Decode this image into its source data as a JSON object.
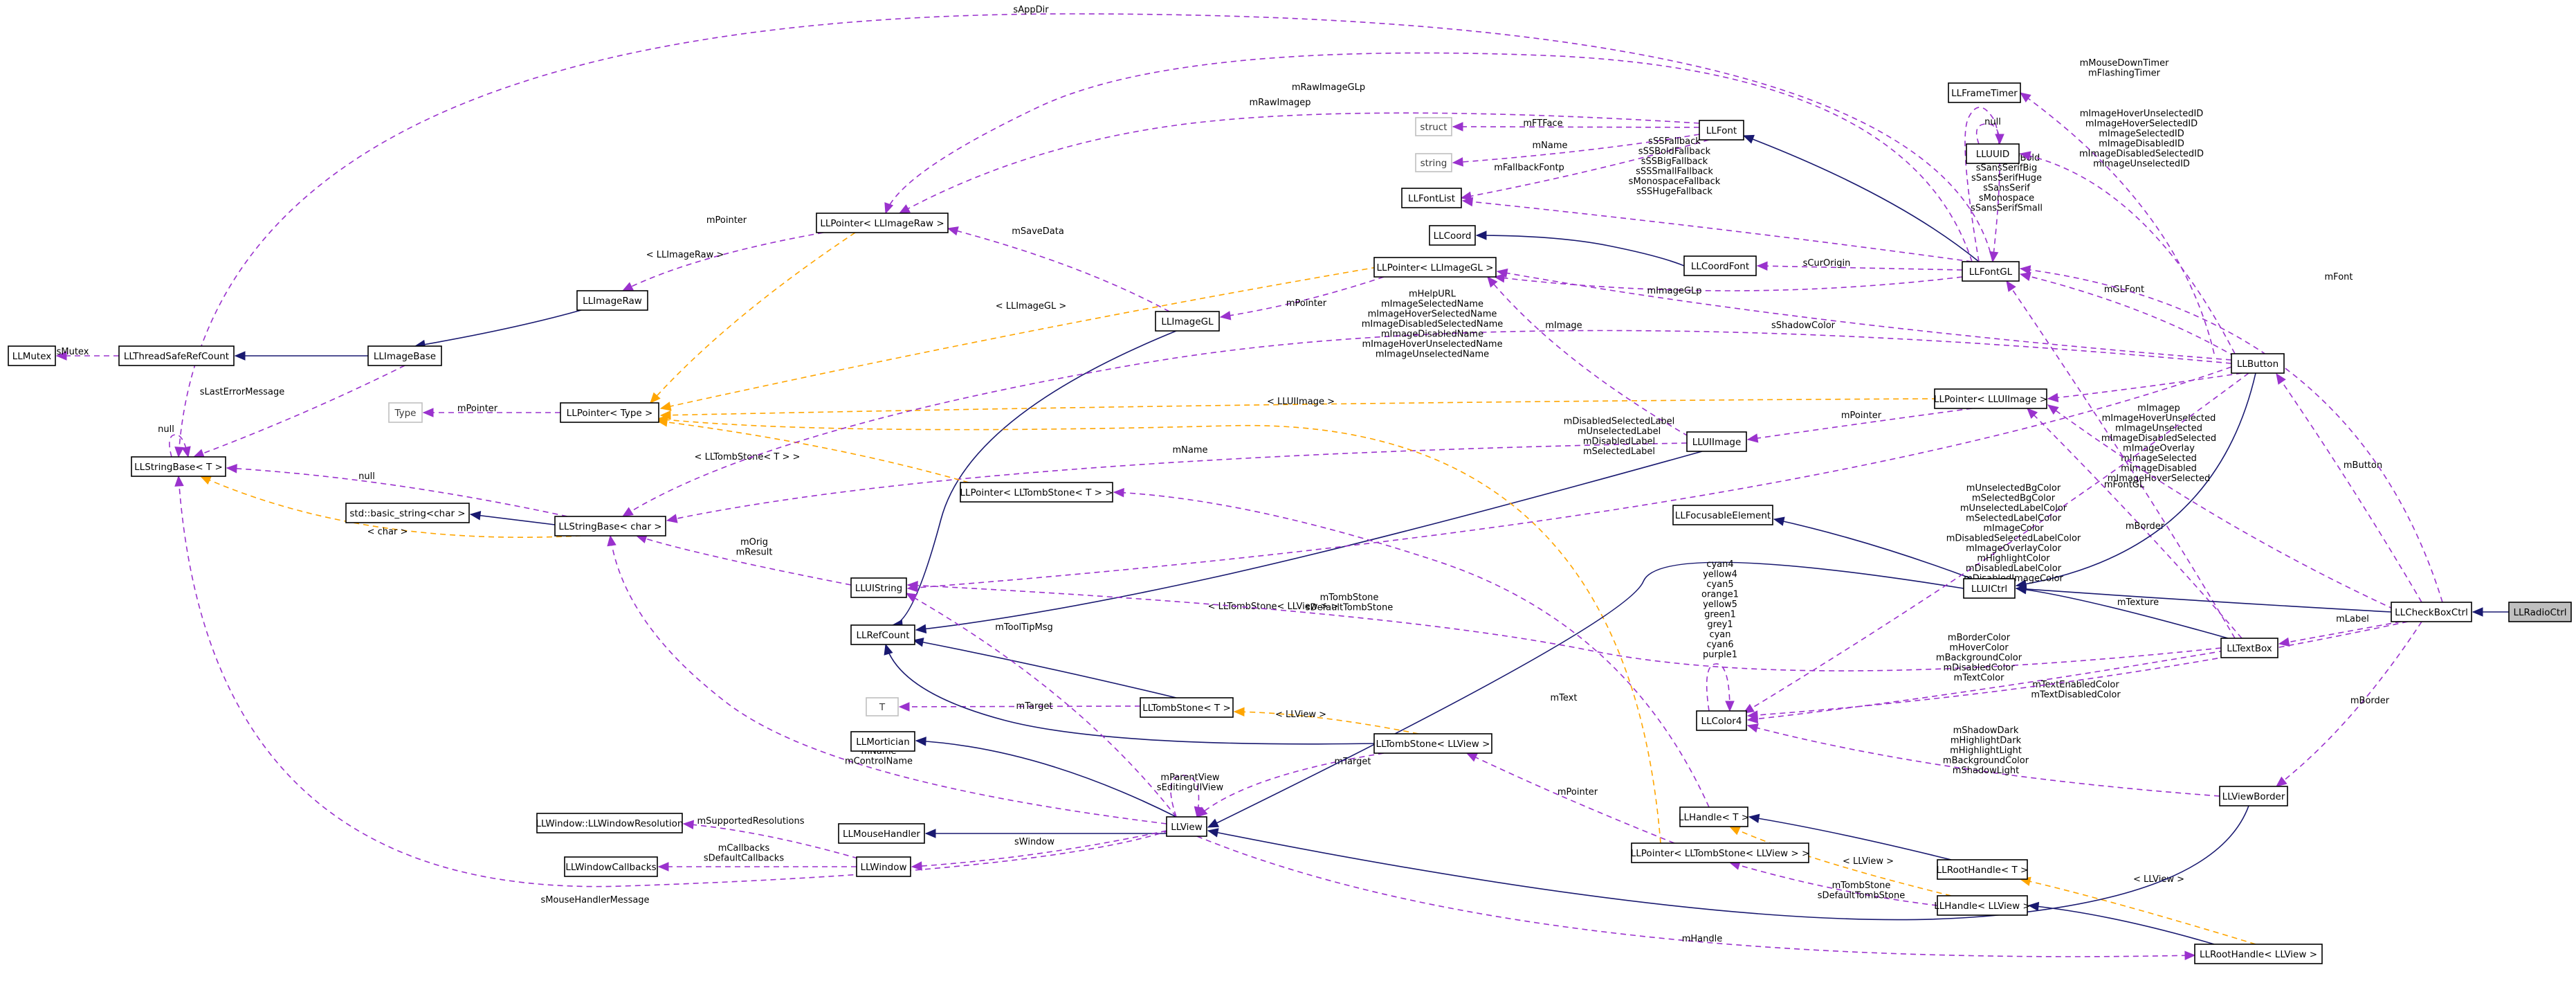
{
  "nodes": [
    {
      "id": "LLMutex",
      "label": "LLMutex"
    },
    {
      "id": "LLThreadSafeRefCount",
      "label": "LLThreadSafeRefCount"
    },
    {
      "id": "LLImageBase",
      "label": "LLImageBase"
    },
    {
      "id": "LLImageRaw",
      "label": "LLImageRaw"
    },
    {
      "id": "LLPointerImageRaw",
      "label": "LLPointer< LLImageRaw >"
    },
    {
      "id": "LLStringBaseT",
      "label": "LLStringBase< T >"
    },
    {
      "id": "Type",
      "label": "Type"
    },
    {
      "id": "LLPointerType",
      "label": "LLPointer< Type >"
    },
    {
      "id": "stdString",
      "label": "std::basic_string<char >"
    },
    {
      "id": "LLStringBaseChar",
      "label": "LLStringBase< char >"
    },
    {
      "id": "struct",
      "label": "struct"
    },
    {
      "id": "string",
      "label": "string"
    },
    {
      "id": "LLFontList",
      "label": "LLFontList"
    },
    {
      "id": "LLFont",
      "label": "LLFont"
    },
    {
      "id": "LLCoord",
      "label": "LLCoord"
    },
    {
      "id": "LLCoordFont",
      "label": "LLCoordFont"
    },
    {
      "id": "LLFontGL",
      "label": "LLFontGL"
    },
    {
      "id": "LLImageGL",
      "label": "LLImageGL"
    },
    {
      "id": "LLPointerImageGL",
      "label": "LLPointer< LLImageGL >"
    },
    {
      "id": "LLUIImage",
      "label": "LLUIImage"
    },
    {
      "id": "LLPointerUIImage",
      "label": "LLPointer< LLUIImage >"
    },
    {
      "id": "LLPointerTombStoneT",
      "label": "LLPointer< LLTombStone< T > >"
    },
    {
      "id": "LLUIString",
      "label": "LLUIString"
    },
    {
      "id": "LLRefCount",
      "label": "LLRefCount"
    },
    {
      "id": "T",
      "label": "T"
    },
    {
      "id": "LLTombStoneT",
      "label": "LLTombStone< T >"
    },
    {
      "id": "LLTombStoneView",
      "label": "LLTombStone< LLView >"
    },
    {
      "id": "LLMortician",
      "label": "LLMortician"
    },
    {
      "id": "LLWindowResolution",
      "label": "LLWindow::LLWindowResolution"
    },
    {
      "id": "LLMouseHandler",
      "label": "LLMouseHandler"
    },
    {
      "id": "LLWindowCallbacks",
      "label": "LLWindowCallbacks"
    },
    {
      "id": "LLWindow",
      "label": "LLWindow"
    },
    {
      "id": "LLView",
      "label": "LLView"
    },
    {
      "id": "LLHandleT",
      "label": "LLHandle< T >"
    },
    {
      "id": "LLPointerTombStoneView",
      "label": "LLPointer< LLTombStone< LLView > >"
    },
    {
      "id": "LLRootHandleT",
      "label": "LLRootHandle< T >"
    },
    {
      "id": "LLHandleView",
      "label": "LLHandle< LLView >"
    },
    {
      "id": "LLRootHandleView",
      "label": "LLRootHandle< LLView >"
    },
    {
      "id": "LLFrameTimer",
      "label": "LLFrameTimer"
    },
    {
      "id": "LLUUID",
      "label": "LLUUID"
    },
    {
      "id": "LLFocusableElement",
      "label": "LLFocusableElement"
    },
    {
      "id": "LLUICtrl",
      "label": "LLUICtrl"
    },
    {
      "id": "LLColor4",
      "label": "LLColor4"
    },
    {
      "id": "LLTextBox",
      "label": "LLTextBox"
    },
    {
      "id": "LLViewBorder",
      "label": "LLViewBorder"
    },
    {
      "id": "LLButton",
      "label": "LLButton"
    },
    {
      "id": "LLCheckBoxCtrl",
      "label": "LLCheckBoxCtrl"
    },
    {
      "id": "LLRadioCtrl",
      "label": "LLRadioCtrl"
    }
  ],
  "edges": [
    {
      "from": "LLThreadSafeRefCount",
      "to": "LLMutex",
      "kind": "use",
      "labels": [
        "sMutex"
      ]
    },
    {
      "from": "LLImageBase",
      "to": "LLThreadSafeRefCount",
      "kind": "inherit",
      "labels": []
    },
    {
      "from": "LLImageRaw",
      "to": "LLImageBase",
      "kind": "inherit",
      "labels": []
    },
    {
      "from": "LLPointerImageRaw",
      "to": "LLImageRaw",
      "kind": "use",
      "labels": [
        "mPointer"
      ]
    },
    {
      "from": "LLPointerImageRaw",
      "to": "LLPointerType",
      "kind": "template",
      "labels": [
        "< LLImageRaw >"
      ]
    },
    {
      "from": "LLImageBase",
      "to": "LLStringBaseT",
      "kind": "use",
      "labels": [
        "sLastErrorMessage"
      ]
    },
    {
      "from": "LLStringBaseT",
      "to": "LLStringBaseT",
      "kind": "use",
      "labels": [
        "null"
      ]
    },
    {
      "from": "LLPointerType",
      "to": "Type",
      "kind": "use",
      "labels": [
        "mPointer"
      ]
    },
    {
      "from": "LLStringBaseChar",
      "to": "stdString",
      "kind": "inherit",
      "labels": []
    },
    {
      "from": "LLStringBaseChar",
      "to": "LLStringBaseT",
      "kind": "use",
      "labels": [
        "null"
      ]
    },
    {
      "from": "LLStringBaseChar",
      "to": "LLStringBaseT",
      "kind": "template",
      "labels": [
        "< char >"
      ]
    },
    {
      "from": "LLFont",
      "to": "struct",
      "kind": "use",
      "labels": [
        "mFTFace"
      ]
    },
    {
      "from": "LLFont",
      "to": "string",
      "kind": "use",
      "labels": [
        "mName"
      ]
    },
    {
      "from": "LLFont",
      "to": "LLFontList",
      "kind": "use",
      "labels": [
        "mFallbackFontp"
      ]
    },
    {
      "from": "LLFont",
      "to": "LLPointerImageRaw",
      "kind": "use",
      "labels": [
        "mRawImagep"
      ]
    },
    {
      "from": "LLCoordFont",
      "to": "LLCoord",
      "kind": "inherit",
      "labels": []
    },
    {
      "from": "LLFontGL",
      "to": "LLFont",
      "kind": "inherit",
      "labels": []
    },
    {
      "from": "LLFontGL",
      "to": "LLCoordFont",
      "kind": "use",
      "labels": [
        "sCurOrigin"
      ]
    },
    {
      "from": "LLFontGL",
      "to": "LLFontList",
      "kind": "use",
      "labels": [
        "sSSFallback",
        "sSSBoldFallback",
        "sSSBigFallback",
        "sSSSmallFallback",
        "sMonospaceFallback",
        "sSSHugeFallback"
      ]
    },
    {
      "from": "LLFontGL",
      "to": "LLFontGL",
      "kind": "use",
      "labels": [
        "sSansSerifBold",
        "sSansSerifBig",
        "sSansSerifHuge",
        "sSansSerif",
        "sMonospace",
        "sSansSerifSmall"
      ]
    },
    {
      "from": "LLFontGL",
      "to": "LLPointerImageGL",
      "kind": "use",
      "labels": [
        "mImageGLp"
      ]
    },
    {
      "from": "LLFontGL",
      "to": "LLPointerImageRaw",
      "kind": "use",
      "labels": [
        "mRawImageGLp"
      ]
    },
    {
      "from": "LLFontGL",
      "to": "LLStringBaseT",
      "kind": "use",
      "labels": [
        "sAppDir"
      ]
    },
    {
      "from": "LLImageGL",
      "to": "LLRefCount",
      "kind": "inherit",
      "labels": []
    },
    {
      "from": "LLImageGL",
      "to": "LLPointerImageRaw",
      "kind": "use",
      "labels": [
        "mSaveData"
      ]
    },
    {
      "from": "LLPointerImageGL",
      "to": "LLImageGL",
      "kind": "use",
      "labels": [
        "mPointer"
      ]
    },
    {
      "from": "LLPointerImageGL",
      "to": "LLPointerType",
      "kind": "template",
      "labels": [
        "< LLImageGL >"
      ]
    },
    {
      "from": "LLUIImage",
      "to": "LLRefCount",
      "kind": "inherit",
      "labels": []
    },
    {
      "from": "LLUIImage",
      "to": "LLPointerImageGL",
      "kind": "use",
      "labels": [
        "mImage"
      ]
    },
    {
      "from": "LLUIImage",
      "to": "LLStringBaseChar",
      "kind": "use",
      "labels": [
        "mName"
      ]
    },
    {
      "from": "LLPointerUIImage",
      "to": "LLUIImage",
      "kind": "use",
      "labels": [
        "mPointer"
      ]
    },
    {
      "from": "LLPointerUIImage",
      "to": "LLPointerType",
      "kind": "template",
      "labels": [
        "< LLUIImage >"
      ]
    },
    {
      "from": "LLPointerTombStoneT",
      "to": "LLPointerType",
      "kind": "template",
      "labels": [
        "< LLTombStone< T > >"
      ]
    },
    {
      "from": "LLUIString",
      "to": "LLStringBaseChar",
      "kind": "use",
      "labels": [
        "mOrig",
        "mResult"
      ]
    },
    {
      "from": "LLTombStoneT",
      "to": "LLRefCount",
      "kind": "inherit",
      "labels": []
    },
    {
      "from": "LLTombStoneT",
      "to": "T",
      "kind": "use",
      "labels": [
        "mTarget"
      ]
    },
    {
      "from": "LLTombStoneView",
      "to": "LLRefCount",
      "kind": "inherit",
      "labels": []
    },
    {
      "from": "LLTombStoneView",
      "to": "LLTombStoneT",
      "kind": "template",
      "labels": [
        "< LLView >"
      ]
    },
    {
      "from": "LLTombStoneView",
      "to": "LLView",
      "kind": "use",
      "labels": [
        "mTarget"
      ]
    },
    {
      "from": "LLView",
      "to": "LLMortician",
      "kind": "inherit",
      "labels": []
    },
    {
      "from": "LLView",
      "to": "LLMouseHandler",
      "kind": "inherit",
      "labels": []
    },
    {
      "from": "LLView",
      "to": "LLWindow",
      "kind": "use",
      "labels": [
        "sWindow"
      ]
    },
    {
      "from": "LLView",
      "to": "LLView",
      "kind": "use",
      "labels": [
        "mParentView",
        "sEditingUIView"
      ]
    },
    {
      "from": "LLView",
      "to": "LLStringBaseChar",
      "kind": "use",
      "labels": [
        "mName",
        "mControlName"
      ]
    },
    {
      "from": "LLView",
      "to": "LLUIString",
      "kind": "use",
      "labels": [
        "mToolTipMsg"
      ]
    },
    {
      "from": "LLView",
      "to": "LLStringBaseT",
      "kind": "use",
      "labels": [
        "sMouseHandlerMessage"
      ]
    },
    {
      "from": "LLView",
      "to": "LLRootHandleView",
      "kind": "use",
      "labels": [
        "mHandle"
      ]
    },
    {
      "from": "LLWindow",
      "to": "LLWindowResolution",
      "kind": "use",
      "labels": [
        "mSupportedResolutions"
      ]
    },
    {
      "from": "LLWindow",
      "to": "LLWindowCallbacks",
      "kind": "use",
      "labels": [
        "mCallbacks",
        "sDefaultCallbacks"
      ]
    },
    {
      "from": "LLPointerTombStoneView",
      "to": "LLTombStoneView",
      "kind": "use",
      "labels": [
        "mPointer"
      ]
    },
    {
      "from": "LLPointerTombStoneView",
      "to": "LLPointerType",
      "kind": "template",
      "labels": [
        "< LLTombStone< LLView > >"
      ]
    },
    {
      "from": "LLHandleT",
      "to": "LLPointerTombStoneT",
      "kind": "use",
      "labels": [
        "mTombStone",
        "sDefaultTombStone"
      ]
    },
    {
      "from": "LLRootHandleT",
      "to": "LLHandleT",
      "kind": "inherit",
      "labels": []
    },
    {
      "from": "LLHandleView",
      "to": "LLPointerTombStoneView",
      "kind": "use",
      "labels": [
        "mTombStone",
        "sDefaultTombStone"
      ]
    },
    {
      "from": "LLHandleView",
      "to": "LLHandleT",
      "kind": "template",
      "labels": [
        "< LLView >"
      ]
    },
    {
      "from": "LLRootHandleView",
      "to": "LLHandleView",
      "kind": "inherit",
      "labels": []
    },
    {
      "from": "LLRootHandleView",
      "to": "LLRootHandleT",
      "kind": "template",
      "labels": [
        "< LLView >"
      ]
    },
    {
      "from": "LLUUID",
      "to": "LLUUID",
      "kind": "use",
      "labels": [
        "null"
      ]
    },
    {
      "from": "LLUICtrl",
      "to": "LLFocusableElement",
      "kind": "inherit",
      "labels": []
    },
    {
      "from": "LLUICtrl",
      "to": "LLView",
      "kind": "inherit",
      "labels": []
    },
    {
      "from": "LLColor4",
      "to": "LLColor4",
      "kind": "use",
      "labels": [
        "cyan4",
        "yellow4",
        "cyan5",
        "orange1",
        "yellow5",
        "green1",
        "grey1",
        "cyan",
        "cyan6",
        "purple1"
      ]
    },
    {
      "from": "LLTextBox",
      "to": "LLUICtrl",
      "kind": "inherit",
      "labels": []
    },
    {
      "from": "LLTextBox",
      "to": "LLColor4",
      "kind": "use",
      "labels": [
        "mTextEnabledColor",
        "mTextDisabledColor"
      ]
    },
    {
      "from": "LLTextBox",
      "to": "LLFontGL",
      "kind": "use",
      "labels": [
        "mFontGL"
      ]
    },
    {
      "from": "LLTextBox",
      "to": "LLUIString",
      "kind": "use",
      "labels": [
        "mText"
      ]
    },
    {
      "from": "LLTextBox",
      "to": "LLPointerUIImage",
      "kind": "use",
      "labels": [
        "mBorder"
      ]
    },
    {
      "from": "LLViewBorder",
      "to": "LLView",
      "kind": "inherit",
      "labels": []
    },
    {
      "from": "LLViewBorder",
      "to": "LLColor4",
      "kind": "use",
      "labels": [
        "mShadowDark",
        "mHighlightDark",
        "mHighlightLight",
        "mBackgroundColor",
        "mShadowLight"
      ]
    },
    {
      "from": "LLButton",
      "to": "LLUICtrl",
      "kind": "inherit",
      "labels": []
    },
    {
      "from": "LLButton",
      "to": "LLFrameTimer",
      "kind": "use",
      "labels": [
        "mMouseDownTimer",
        "mFlashingTimer"
      ]
    },
    {
      "from": "LLButton",
      "to": "LLUUID",
      "kind": "use",
      "labels": [
        "mImageHoverUnselectedID",
        "mImageHoverSelectedID",
        "mImageSelectedID",
        "mImageDisabledID",
        "mImageDisabledSelectedID",
        "mImageUnselectedID"
      ]
    },
    {
      "from": "LLButton",
      "to": "LLFontGL",
      "kind": "use",
      "labels": [
        "mGLFont"
      ]
    },
    {
      "from": "LLButton",
      "to": "LLPointerImageGL",
      "kind": "use",
      "labels": [
        "sShadowColor"
      ]
    },
    {
      "from": "LLButton",
      "to": "LLPointerUIImage",
      "kind": "use",
      "labels": [
        "mImagep",
        "mImageHoverUnselected",
        "mImageUnselected",
        "mImageDisabledSelected",
        "mImageOverlay",
        "mImageSelected",
        "mImageDisabled",
        "mImageHoverSelected"
      ]
    },
    {
      "from": "LLButton",
      "to": "LLUIString",
      "kind": "use",
      "labels": [
        "mDisabledSelectedLabel",
        "mUnselectedLabel",
        "mDisabledLabel",
        "mSelectedLabel"
      ]
    },
    {
      "from": "LLButton",
      "to": "LLStringBaseChar",
      "kind": "use",
      "labels": [
        "mHelpURL",
        "mImageSelectedName",
        "mImageHoverSelectedName",
        "mImageDisabledSelectedName",
        "mImageDisabledName",
        "mImageHoverUnselectedName",
        "mImageUnselectedName"
      ]
    },
    {
      "from": "LLButton",
      "to": "LLColor4",
      "kind": "use",
      "labels": [
        "mUnselectedBgColor",
        "mSelectedBgColor",
        "mUnselectedLabelColor",
        "mSelectedLabelColor",
        "mImageColor",
        "mDisabledSelectedLabelColor",
        "mImageOverlayColor",
        "mHighlightColor",
        "mDisabledLabelColor",
        "mDisabledImageColor"
      ]
    },
    {
      "from": "LLCheckBoxCtrl",
      "to": "LLUICtrl",
      "kind": "inherit",
      "labels": []
    },
    {
      "from": "LLCheckBoxCtrl",
      "to": "LLButton",
      "kind": "use",
      "labels": [
        "mButton"
      ]
    },
    {
      "from": "LLCheckBoxCtrl",
      "to": "LLTextBox",
      "kind": "use",
      "labels": [
        "mLabel"
      ]
    },
    {
      "from": "LLCheckBoxCtrl",
      "to": "LLViewBorder",
      "kind": "use",
      "labels": [
        "mBorder"
      ]
    },
    {
      "from": "LLCheckBoxCtrl",
      "to": "LLFontGL",
      "kind": "use",
      "labels": [
        "mFont"
      ]
    },
    {
      "from": "LLCheckBoxCtrl",
      "to": "LLColor4",
      "kind": "use",
      "labels": [
        "mBorderColor",
        "mHoverColor",
        "mBackgroundColor",
        "mDisabledColor",
        "mTextColor"
      ]
    },
    {
      "from": "LLCheckBoxCtrl",
      "to": "LLPointerUIImage",
      "kind": "use",
      "labels": [
        "mTexture"
      ]
    },
    {
      "from": "LLRadioCtrl",
      "to": "LLCheckBoxCtrl",
      "kind": "inherit",
      "labels": []
    }
  ]
}
